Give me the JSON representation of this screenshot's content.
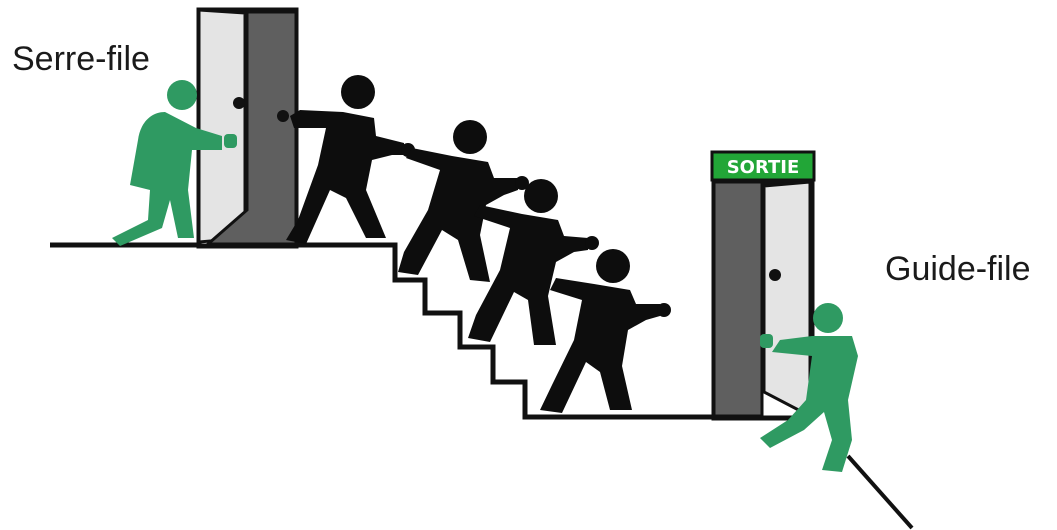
{
  "labels": {
    "rear_marshal": "Serre-file",
    "lead_marshal": "Guide-file",
    "exit_sign": "SORTIE"
  },
  "colors": {
    "marshal_green": "#2f9a62",
    "evacuee_black": "#0d0d0d",
    "door_light": "#e4e4e4",
    "door_dark": "#5f5f5f",
    "sign_green": "#22a637",
    "floor_line": "#111111"
  }
}
